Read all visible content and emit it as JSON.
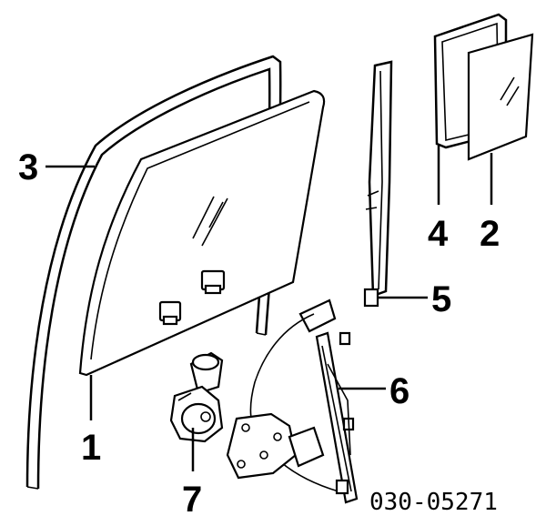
{
  "callouts": {
    "c1": "1",
    "c2": "2",
    "c3": "3",
    "c4": "4",
    "c5": "5",
    "c6": "6",
    "c7": "7"
  },
  "part_number": "030-05271",
  "colors": {
    "ink": "#000000",
    "background": "#ffffff"
  }
}
